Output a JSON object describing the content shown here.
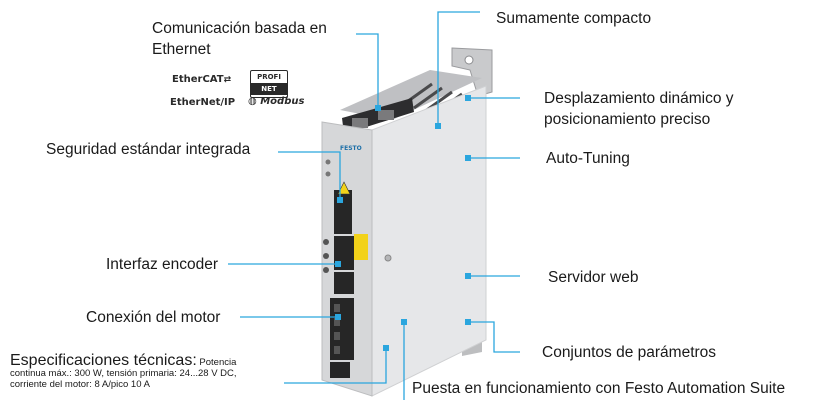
{
  "labels": {
    "ethernet_line1": "Comunicación basada en",
    "ethernet_line2": "Ethernet",
    "compact": "Sumamente compacto",
    "dynamic_line1": "Desplazamiento dinámico y",
    "dynamic_line2": "posicionamiento preciso",
    "autotuning": "Auto-Tuning",
    "safety": "Seguridad estándar integrada",
    "encoder": "Interfaz encoder",
    "webserver": "Servidor web",
    "motor": "Conexión del motor",
    "params": "Conjuntos de parámetros",
    "commissioning": "Puesta en funcionamiento con Festo Automation Suite",
    "spec_title": "Especificaciones técnicas:",
    "spec_line1": "Potencia",
    "spec_line2": "continua máx.: 300 W, tensión primaria: 24...28 V DC,",
    "spec_line3": "corriente del motor: 8 A/pico 10 A"
  },
  "logos": {
    "ethercat": "EtherCAT",
    "profinet_top": "PROFI",
    "profinet_bottom": "NET",
    "ethernetip": "EtherNet/IP",
    "modbus": "Modbus"
  },
  "device": {
    "brand": "FESTO"
  },
  "colors": {
    "callout": "#2ba6de",
    "housing": "#e3e4e6",
    "front": "#d8d9db",
    "dark": "#262626",
    "connector_yellow": "#f2d21a"
  }
}
